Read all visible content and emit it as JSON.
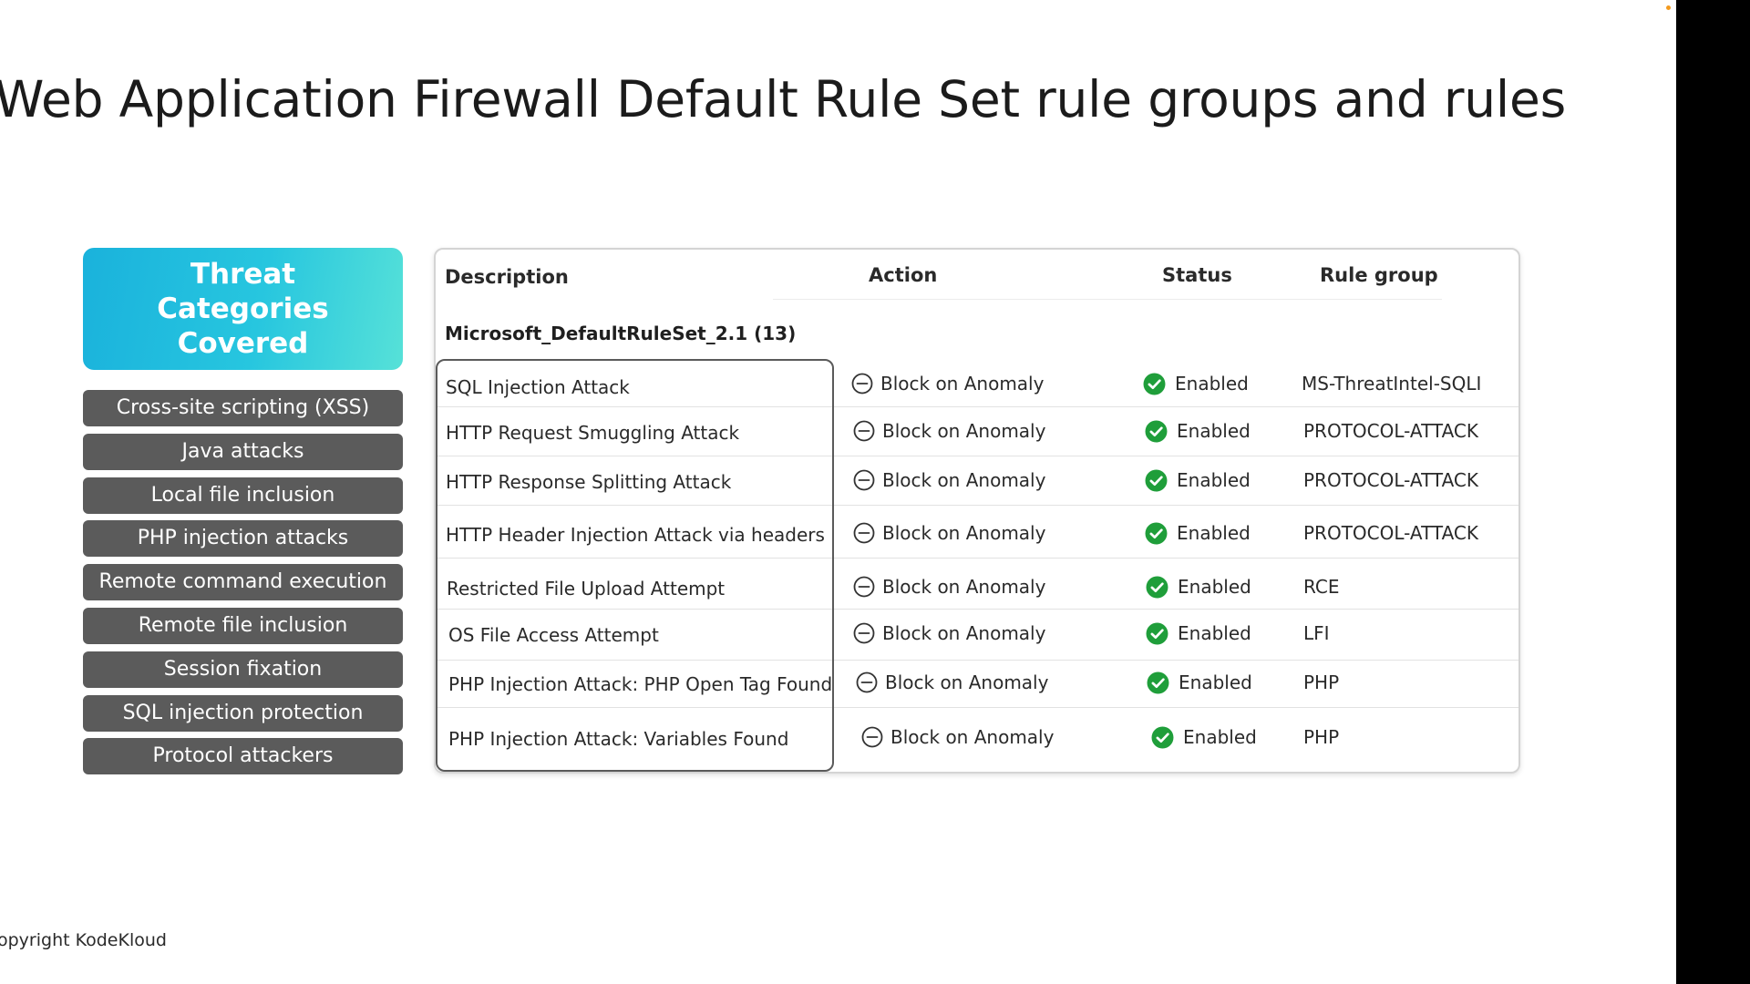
{
  "slide": {
    "title": "Web Application Firewall Default Rule Set rule groups and rules",
    "copyright": "opyright KodeKloud"
  },
  "threat_panel": {
    "header": "Threat Categories Covered",
    "items": [
      {
        "label": "Cross-site scripting (XSS)"
      },
      {
        "label": "Java attacks"
      },
      {
        "label": "Local file inclusion"
      },
      {
        "label": "PHP injection attacks"
      },
      {
        "label": "Remote command execution"
      },
      {
        "label": "Remote file inclusion"
      },
      {
        "label": "Session fixation"
      },
      {
        "label": "SQL injection protection"
      },
      {
        "label": "Protocol attackers"
      }
    ]
  },
  "table": {
    "columns": {
      "description": "Description",
      "action": "Action",
      "status": "Status",
      "rule_group": "Rule group"
    },
    "group_label": "Microsoft_DefaultRuleSet_2.1 (13)",
    "rows": [
      {
        "description": "SQL Injection Attack",
        "action": "Block on Anomaly",
        "status": "Enabled",
        "rule_group": "MS-ThreatIntel-SQLI"
      },
      {
        "description": "HTTP Request Smuggling Attack",
        "action": "Block on Anomaly",
        "status": "Enabled",
        "rule_group": "PROTOCOL-ATTACK"
      },
      {
        "description": "HTTP Response Splitting Attack",
        "action": "Block on Anomaly",
        "status": "Enabled",
        "rule_group": "PROTOCOL-ATTACK"
      },
      {
        "description": "HTTP Header Injection Attack via headers",
        "action": "Block on Anomaly",
        "status": "Enabled",
        "rule_group": "PROTOCOL-ATTACK"
      },
      {
        "description": "Restricted File Upload Attempt",
        "action": "Block on Anomaly",
        "status": "Enabled",
        "rule_group": "RCE"
      },
      {
        "description": "OS File Access Attempt",
        "action": "Block on Anomaly",
        "status": "Enabled",
        "rule_group": "LFI"
      },
      {
        "description": "PHP Injection Attack: PHP Open Tag Found",
        "action": "Block on Anomaly",
        "status": "Enabled",
        "rule_group": "PHP"
      },
      {
        "description": "PHP Injection Attack: Variables Found",
        "action": "Block on Anomaly",
        "status": "Enabled",
        "rule_group": "PHP"
      }
    ]
  },
  "icons": {
    "action": "block-icon",
    "status": "check-circle-icon"
  },
  "colors": {
    "header_gradient_start": "#1ab2dc",
    "header_gradient_end": "#56e1d8",
    "threat_item_bg": "#5b5b5b",
    "enabled_green": "#1f9e3a",
    "black_bar": "#000000"
  }
}
